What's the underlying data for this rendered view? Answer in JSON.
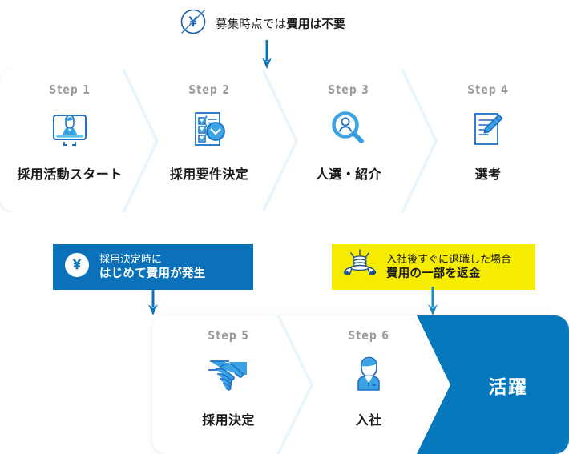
{
  "top_tooltip": {
    "icon": "yen-no-cost-icon",
    "text_plain": "募集時点では",
    "text_bold": "費用は不要"
  },
  "top_card": {
    "steps": [
      {
        "label": "Step 1",
        "name": "採用活動スタート",
        "icon": "video-interview-icon"
      },
      {
        "label": "Step 2",
        "name": "採用要件決定",
        "icon": "checklist-clock-icon"
      },
      {
        "label": "Step 3",
        "name": "人選・紹介",
        "icon": "person-search-icon"
      },
      {
        "label": "Step 4",
        "name": "選考",
        "icon": "document-pen-icon"
      }
    ]
  },
  "badge_blue": {
    "icon": "yen-coin-icon",
    "line1": "採用決定時に",
    "line2": "はじめて費用が発生",
    "background": "#0b72b9",
    "text_color": "#ffffff"
  },
  "badge_yellow": {
    "icon": "coins-in-hands-icon",
    "line1": "入社後すぐに退職した場合",
    "line2": "費用の一部を返金",
    "background": "#f5ec00",
    "text_color": "#1a1a1a"
  },
  "bottom_card": {
    "steps": [
      {
        "label": "Step 5",
        "name": "採用決定",
        "icon": "handshake-icon"
      },
      {
        "label": "Step 6",
        "name": "入社",
        "icon": "businessman-icon"
      }
    ],
    "final": {
      "label": "活躍",
      "background": "#0878bd",
      "text_color": "#ffffff"
    }
  },
  "colors": {
    "accent_blue": "#0b72b9",
    "icon_blue": "#3aa3e3",
    "outline_blue": "#1f6fc4",
    "chevron_divider": "#e8f4fb",
    "step_label_gray": "#9b9b9b",
    "text_dark": "#1a1a1a",
    "highlight_yellow": "#f5ec00",
    "card_white": "#ffffff"
  }
}
